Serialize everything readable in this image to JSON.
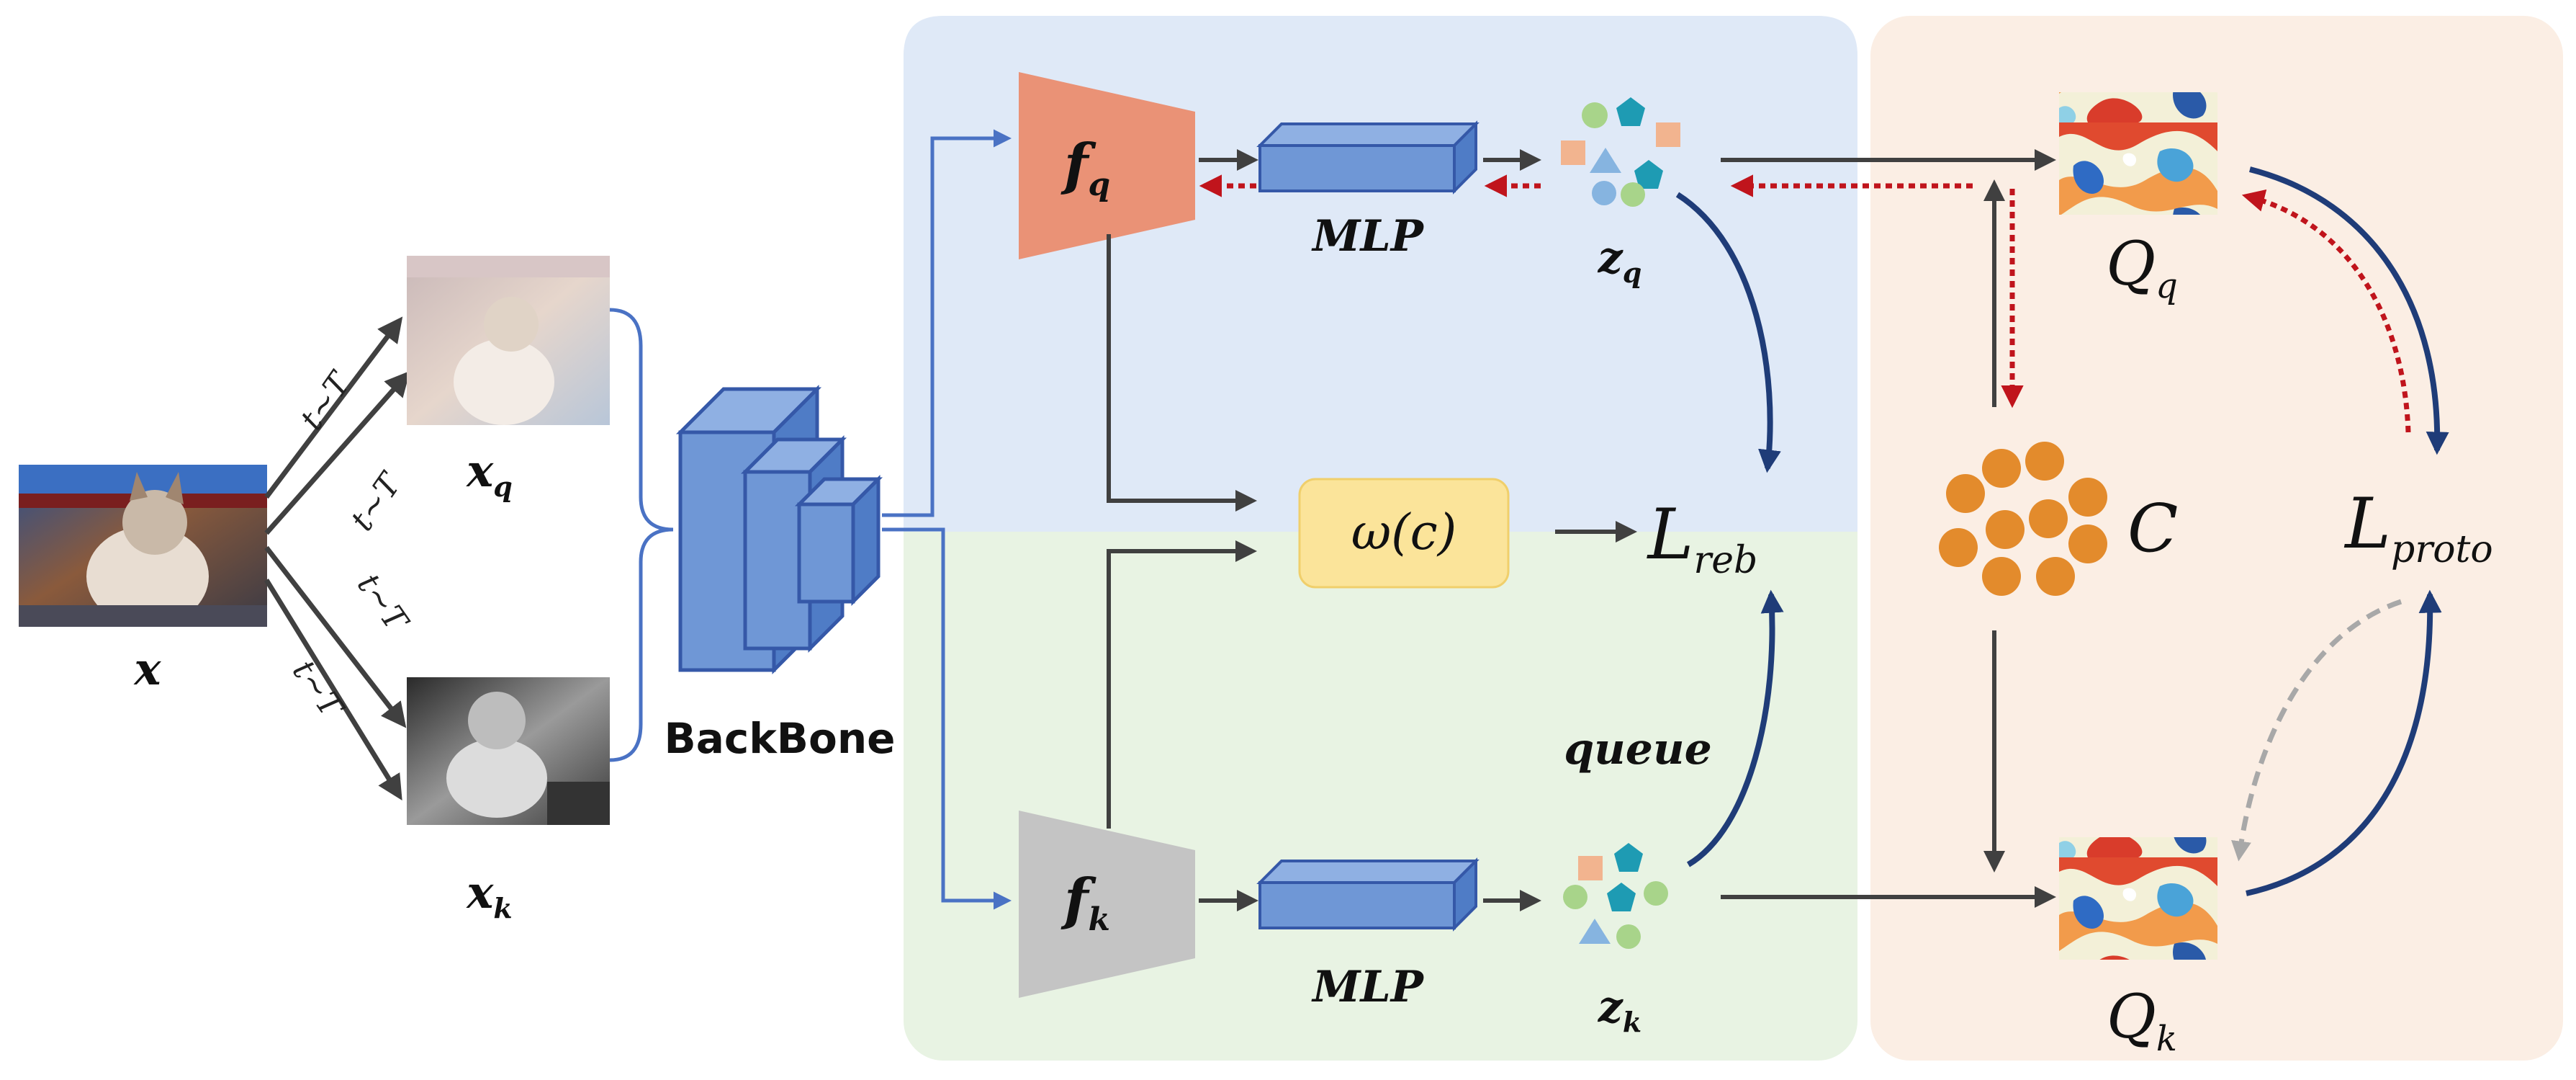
{
  "labels": {
    "x": "x",
    "xq": "x",
    "xq_sub": "q",
    "xk": "x",
    "xk_sub": "k",
    "t_sample": "t∼T",
    "backbone": "BackBone",
    "fq": "f",
    "fq_sub": "q",
    "fk": "f",
    "fk_sub": "k",
    "mlp_top": "MLP",
    "mlp_bottom": "MLP",
    "zq": "z",
    "zq_sub": "q",
    "zk": "z",
    "zk_sub": "k",
    "omega": "ω(c)",
    "l_reb": "L",
    "l_reb_sub": "reb",
    "queue": "queue",
    "c_set": "C",
    "qq": "Q",
    "qq_sub": "q",
    "qk": "Q",
    "qk_sub": "k",
    "l_proto": "L",
    "l_proto_sub": "proto"
  },
  "colors": {
    "blue_region": "#dfe9f7",
    "green_region": "#e8f3e3",
    "orange_region": "#fbeee4",
    "fq_fill": "#ea9276",
    "fk_fill": "#c4c4c4",
    "backbone_fill": "#6f97d6",
    "backbone_stroke": "#3558a8",
    "mlp_fill": "#6f97d6",
    "omega_fill": "#fbe49a",
    "centroid": "#e38b2c",
    "dark_arrow": "#404040",
    "blue_link": "#4a72c4",
    "navy_arrow": "#1f3c78",
    "red_dotted": "#c0141c",
    "grey_dashed": "#a8a8a8"
  }
}
